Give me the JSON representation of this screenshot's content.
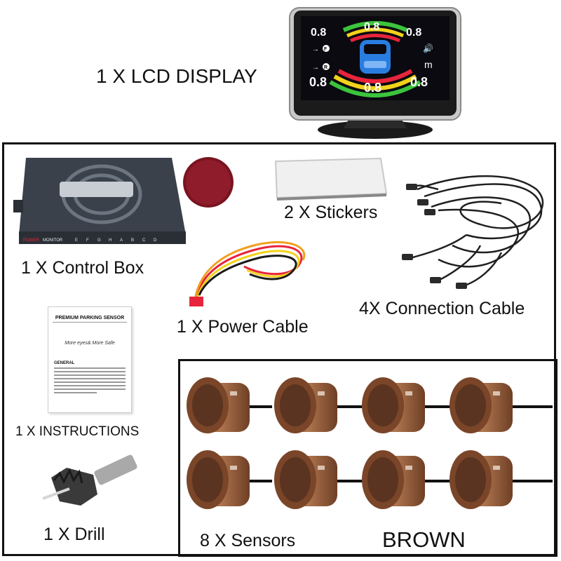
{
  "items": {
    "display": "1 X LCD DISPLAY",
    "control_box": "1 X Control Box",
    "stickers": "2 X Stickers",
    "connection_cable": "4X Connection Cable",
    "power_cable": "1 X Power Cable",
    "instructions": "1 X INSTRUCTIONS",
    "drill": "1 X Drill",
    "sensors": "8 X Sensors",
    "color": "BROWN"
  },
  "lcd": {
    "readings": [
      "0.8",
      "0.8",
      "0.8",
      "0.8",
      "0.8",
      "0.8"
    ],
    "front_marker": "F",
    "rear_marker": "R",
    "unit": "m"
  },
  "control_box_panel": [
    "POWER",
    "MONITOR",
    "E",
    "F",
    "G",
    "H",
    "A",
    "B",
    "C",
    "D"
  ],
  "instructions_sheet": {
    "title": "PREMIUM PARKING SENSOR",
    "tagline": "More eyes& More Safe",
    "section": "GENERAL"
  },
  "colors": {
    "border": "#111111",
    "sensor_brown": "#9a5f3c",
    "lcd_screen": "#0a0a10",
    "arc_green": "#3cc43c",
    "arc_yellow": "#f2d21b",
    "arc_red": "#e8243c",
    "car_blue": "#2a7de0"
  }
}
